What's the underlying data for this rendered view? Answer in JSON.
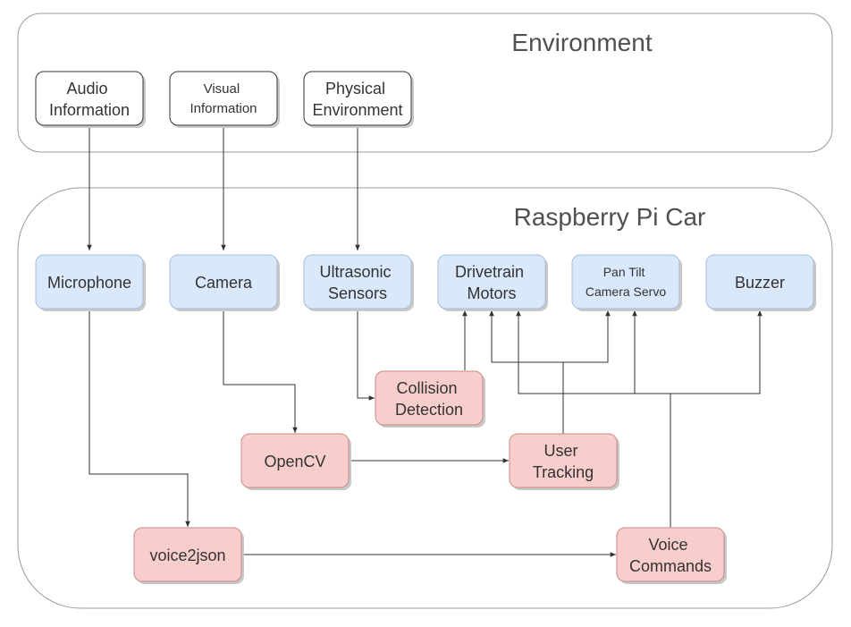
{
  "groups": {
    "environment": {
      "title": "Environment"
    },
    "raspberry_pi_car": {
      "title": "Raspberry Pi Car"
    }
  },
  "nodes": {
    "audio_information": {
      "lines": [
        "Audio",
        "Information"
      ]
    },
    "visual_information": {
      "lines": [
        "Visual",
        "Information"
      ]
    },
    "physical_environment": {
      "lines": [
        "Physical",
        "Environment"
      ]
    },
    "microphone": {
      "lines": [
        "Microphone"
      ]
    },
    "camera": {
      "lines": [
        "Camera"
      ]
    },
    "ultrasonic_sensors": {
      "lines": [
        "Ultrasonic",
        "Sensors"
      ]
    },
    "drivetrain_motors": {
      "lines": [
        "Drivetrain",
        "Motors"
      ]
    },
    "pan_tilt_camera_servo": {
      "lines": [
        "Pan Tilt",
        "Camera Servo"
      ]
    },
    "buzzer": {
      "lines": [
        "Buzzer"
      ]
    },
    "collision_detection": {
      "lines": [
        "Collision",
        "Detection"
      ]
    },
    "opencv": {
      "lines": [
        "OpenCV"
      ]
    },
    "user_tracking": {
      "lines": [
        "User",
        "Tracking"
      ]
    },
    "voice2json": {
      "lines": [
        "voice2json"
      ]
    },
    "voice_commands": {
      "lines": [
        "Voice",
        "Commands"
      ]
    }
  },
  "edges": [
    {
      "from": "audio_information",
      "to": "microphone"
    },
    {
      "from": "visual_information",
      "to": "camera"
    },
    {
      "from": "physical_environment",
      "to": "ultrasonic_sensors"
    },
    {
      "from": "microphone",
      "to": "voice2json"
    },
    {
      "from": "camera",
      "to": "opencv"
    },
    {
      "from": "ultrasonic_sensors",
      "to": "collision_detection"
    },
    {
      "from": "collision_detection",
      "to": "drivetrain_motors"
    },
    {
      "from": "opencv",
      "to": "user_tracking"
    },
    {
      "from": "user_tracking",
      "to": "drivetrain_motors"
    },
    {
      "from": "user_tracking",
      "to": "pan_tilt_camera_servo"
    },
    {
      "from": "voice2json",
      "to": "voice_commands"
    },
    {
      "from": "voice_commands",
      "to": "drivetrain_motors"
    },
    {
      "from": "voice_commands",
      "to": "pan_tilt_camera_servo"
    },
    {
      "from": "voice_commands",
      "to": "buzzer"
    }
  ],
  "colors": {
    "sensor_fill": "#dae8fc",
    "process_fill": "#f8cecc",
    "input_fill": "#ffffff",
    "line": "#333333"
  }
}
